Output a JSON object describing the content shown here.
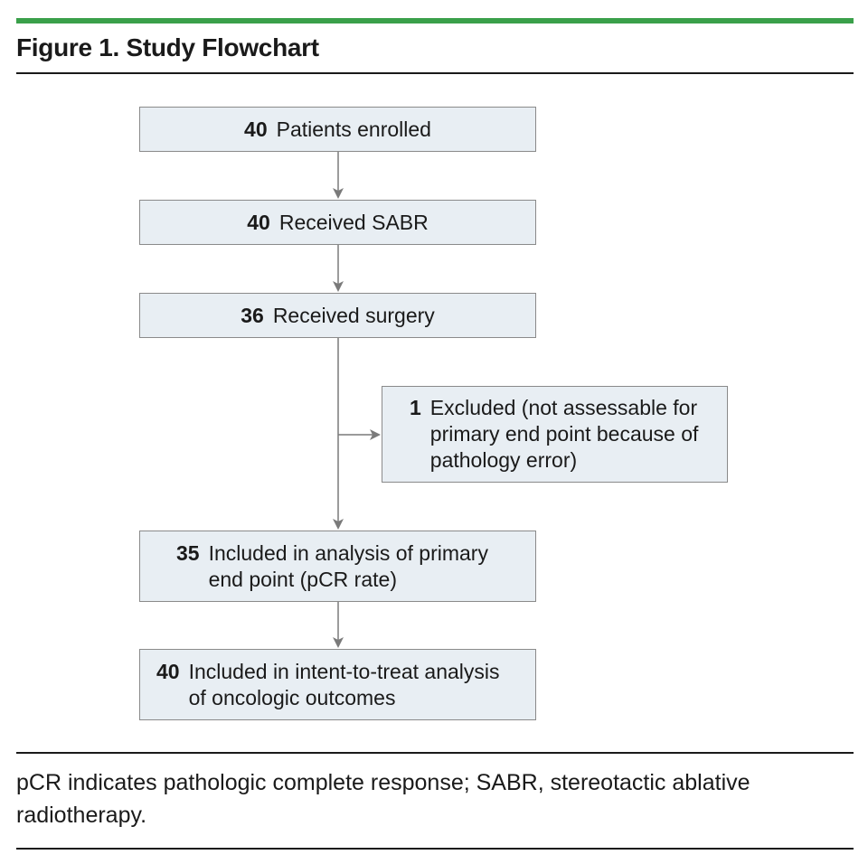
{
  "figure": {
    "title": "Figure 1. Study Flowchart"
  },
  "boxes": {
    "enrolled": {
      "count": "40",
      "lines": [
        "Patients enrolled"
      ]
    },
    "sabr": {
      "count": "40",
      "lines": [
        "Received SABR"
      ]
    },
    "surgery": {
      "count": "36",
      "lines": [
        "Received surgery"
      ]
    },
    "excluded": {
      "count": "1",
      "lines": [
        "Excluded (not assessable for",
        "primary end point because of",
        "pathology error)"
      ]
    },
    "primary": {
      "count": "35",
      "lines": [
        "Included in analysis of primary",
        "end point (pCR rate)"
      ]
    },
    "itt": {
      "count": "40",
      "lines": [
        "Included in intent-to-treat analysis",
        "of oncologic outcomes"
      ]
    }
  },
  "footnote": {
    "line1": "pCR indicates pathologic complete response; SABR, stereotactic ablative",
    "line2": "radiotherapy."
  },
  "colors": {
    "accent_bar": "#3aa04a",
    "box_fill": "#e8eef3",
    "box_border": "#8a8a8a",
    "arrow": "#7a7a7a"
  }
}
